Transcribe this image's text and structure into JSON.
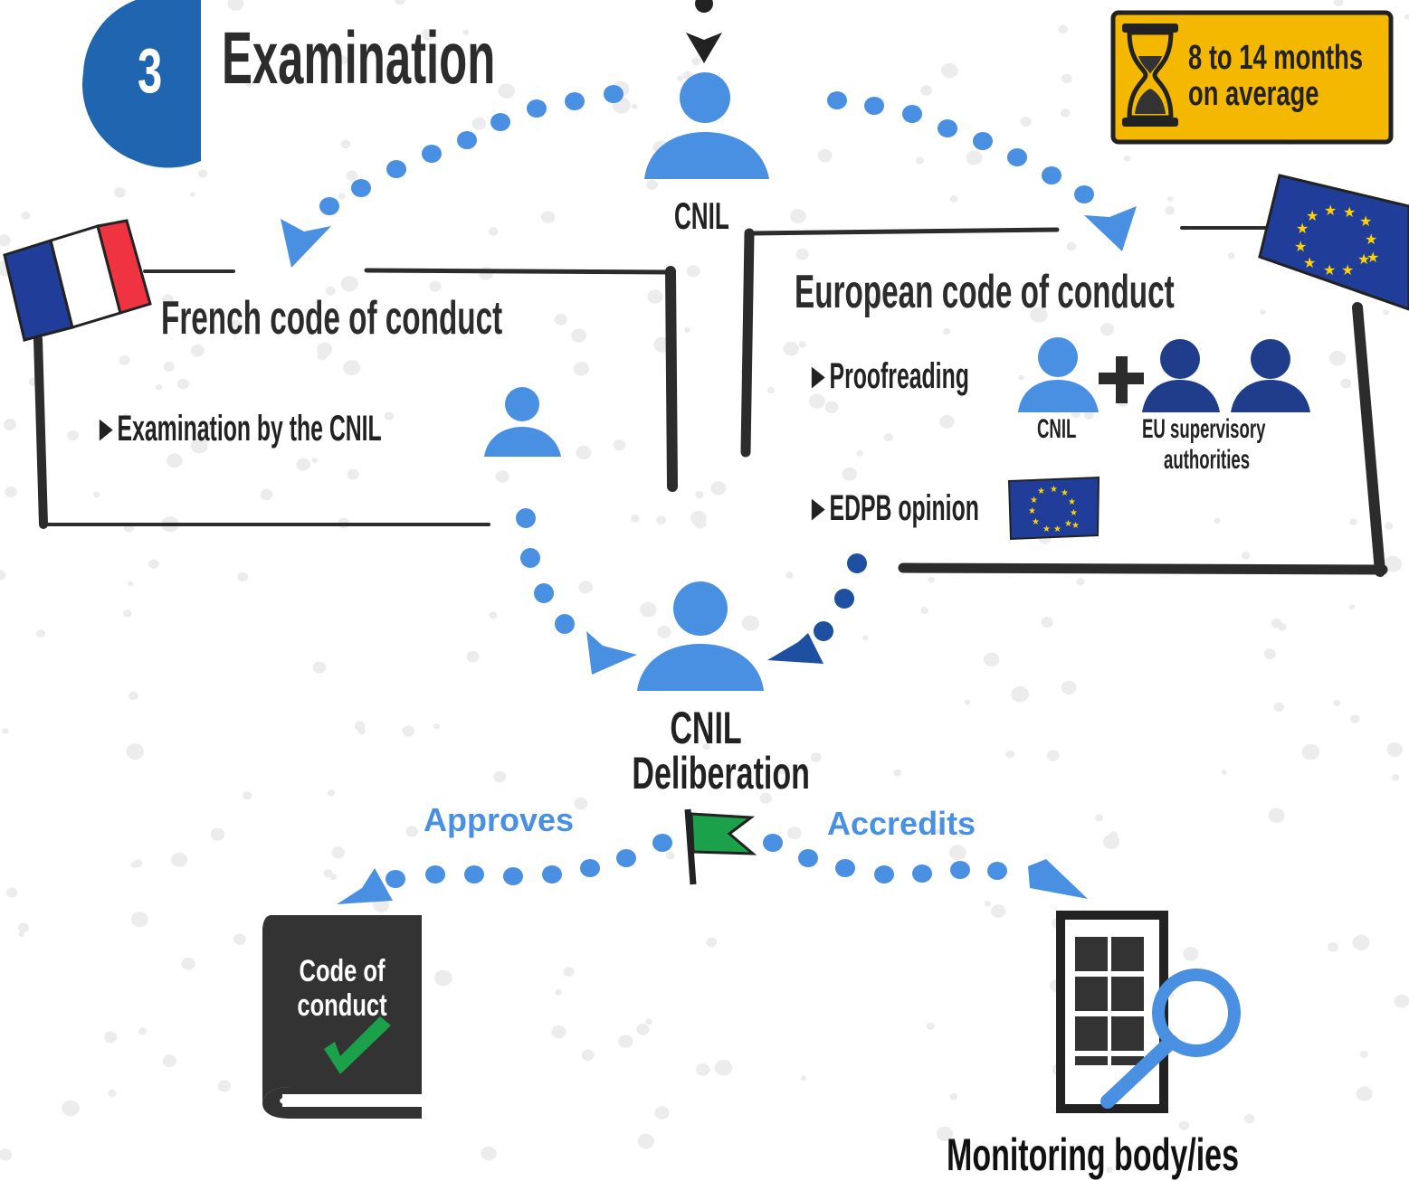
{
  "header": {
    "step_number": "3",
    "title": "Examination"
  },
  "timer": {
    "line1": "8 to 14 months",
    "line2": "on average",
    "icon": "hourglass-icon",
    "color": "#f5b800"
  },
  "top_actor": {
    "label": "CNIL",
    "icon": "person-icon"
  },
  "french_box": {
    "title": "French code of conduct",
    "flag_icon": "france-flag-icon",
    "items": [
      {
        "text": "►Examination by the CNIL",
        "icon": "person-icon"
      }
    ]
  },
  "european_box": {
    "title": "European code of conduct",
    "flag_icon": "eu-flag-icon",
    "proofreading": {
      "text": "►Proofreading",
      "cnil_label": "CNIL",
      "plus": "+",
      "eu_label_line1": "EU supervisory",
      "eu_label_line2": "authorities"
    },
    "edpb": {
      "text": "►EDPB opinion",
      "icon": "eu-flag-icon"
    }
  },
  "deliberation": {
    "line1": "CNIL",
    "line2": "Deliberation",
    "icon": "person-icon"
  },
  "approves_label": "Approves",
  "accredits_label": "Accredits",
  "book": {
    "line1": "Code of",
    "line2": "conduct",
    "icon": "checkmark-icon"
  },
  "monitoring": {
    "label": "Monitoring body/ies",
    "icon": "building-magnifier-icon"
  },
  "colors": {
    "light_blue": "#4a90e2",
    "dark_blue": "#1f4fa0",
    "step_blue": "#1f65b0",
    "dark": "#2c2c2c",
    "green": "#1aa14a"
  }
}
